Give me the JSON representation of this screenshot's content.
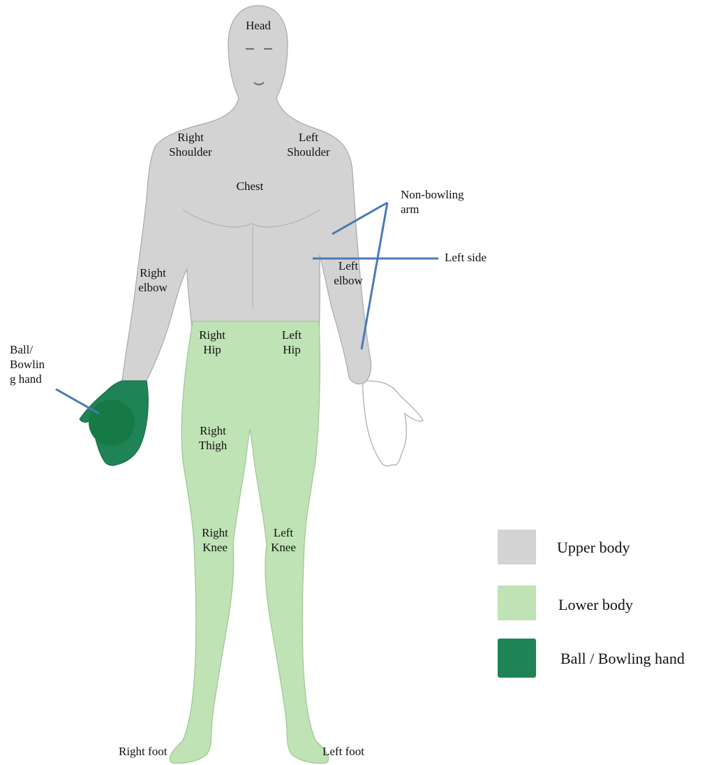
{
  "labels": {
    "head": "Head",
    "right_shoulder": "Right\nShoulder",
    "left_shoulder": "Left\nShoulder",
    "chest": "Chest",
    "non_bowling_arm": "Non-bowling\narm",
    "left_side": "Left side",
    "right_elbow": "Right\nelbow",
    "left_elbow": "Left\nelbow",
    "right_hip": "Right\nHip",
    "left_hip": "Left\nHip",
    "ball_hand": "Ball/\nBowlin\ng hand",
    "right_thigh": "Right\nThigh",
    "right_knee": "Right\nKnee",
    "left_knee": "Left\nKnee",
    "right_foot": "Right foot",
    "left_foot": "Left foot"
  },
  "legend": {
    "upper": "Upper body",
    "lower": "Lower body",
    "hand": "Ball / Bowling hand"
  },
  "colors": {
    "upper_body": "#d3d3d3",
    "lower_body": "#bfe3b4",
    "bowling_hand": "#1e8455",
    "ball": "#157a46",
    "pointer_line": "#4a79b6"
  }
}
